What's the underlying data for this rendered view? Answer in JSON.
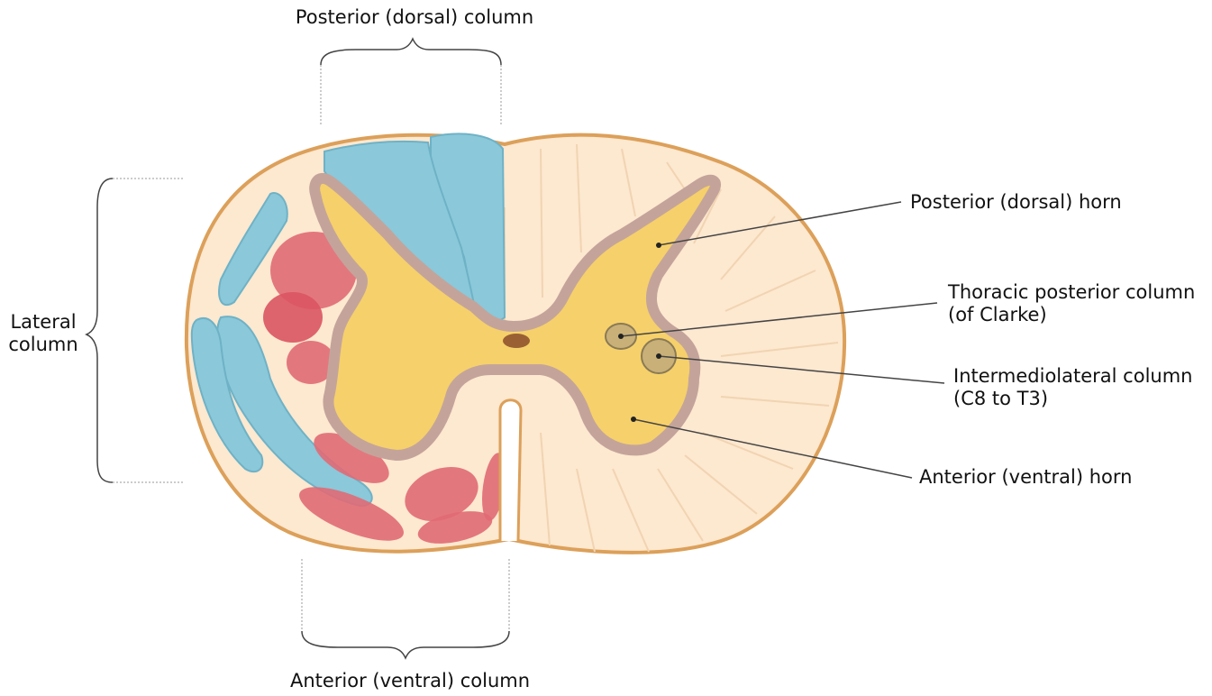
{
  "labels": {
    "posterior_column": "Posterior (dorsal) column",
    "anterior_column": "Anterior (ventral) column",
    "lateral_column": [
      "Lateral",
      "column"
    ],
    "posterior_horn": "Posterior (dorsal) horn",
    "thoracic_column": [
      "Thoracic posterior column",
      "(of Clarke)"
    ],
    "intermediolateral_column": [
      "Intermediolateral column",
      "(C8 to T3)"
    ],
    "anterior_horn": "Anterior (ventral) horn"
  },
  "colors": {
    "white_matter": "#fde8d0",
    "outline": "#dca05a",
    "gray_matter": "#f6d06a",
    "gray_matter_border": "#c4a49a",
    "ascending_tracts": "#8ac8da",
    "descending_tracts": "#e06a74",
    "nuclei": "#c9b078",
    "central_canal": "#9a6034",
    "leader_lines": "#444444"
  }
}
